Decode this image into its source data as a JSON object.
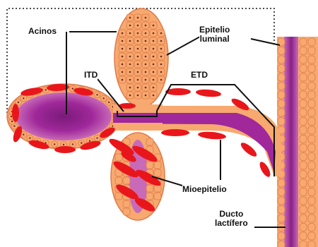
{
  "labels": {
    "acinos": "Acinos",
    "epitelio_luminal": "Epitelio\nluminal",
    "itd": "ITD",
    "etd": "ETD",
    "mioepitelio": "Mioepitelio",
    "ducto_lactifero": "Ducto\nlactífero"
  },
  "colors": {
    "lumen": "#a0289a",
    "lumen_light": "#d486c8",
    "epithelium": "#f7a96f",
    "epithelium_edge": "#e07a4a",
    "myoepithelium": "#e8161b",
    "nucleus": "#6a2a20",
    "leader": "#111111"
  }
}
